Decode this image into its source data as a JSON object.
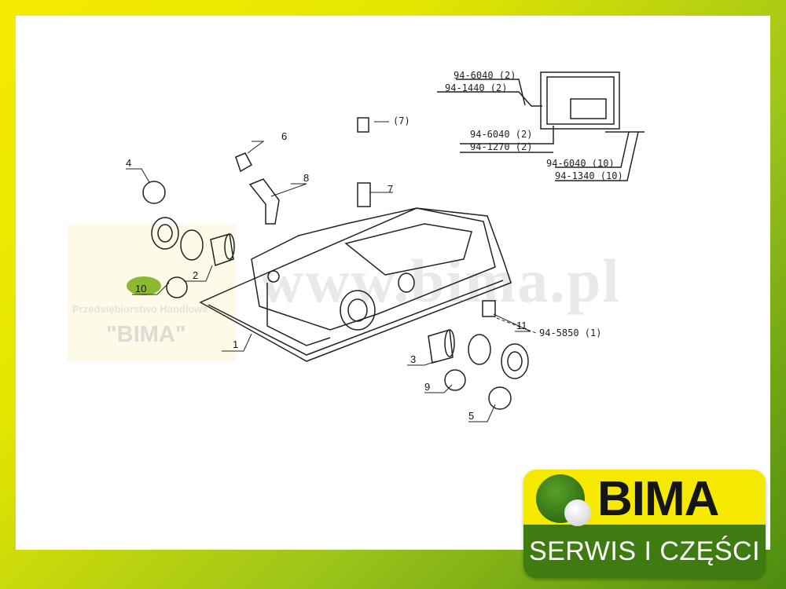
{
  "diagram": {
    "part_numbers": [
      "1",
      "2",
      "3",
      "4",
      "5",
      "6",
      "7",
      "8",
      "9",
      "10",
      "11",
      "(7)"
    ],
    "callouts": {
      "screw_6040_a": "94-6040 (2)",
      "bolt_1440": "94-1440 (2)",
      "screw_6040_b": "94-6040 (2)",
      "bolt_1270": "94-1270 (2)",
      "screw_6040_c": "94-6040 (10)",
      "bolt_1340": "94-1340 (10)",
      "part_5850": "94-5850 (1)"
    },
    "highlight_color": "#8cb832"
  },
  "watermark": {
    "company_line": "Przedsiębiorstwo Handlowe",
    "company_name": "\"BIMA\"",
    "url": "www.bima.pl"
  },
  "logo": {
    "name": "BIMA",
    "tagline": "SERWIS I CZĘŚCI"
  }
}
